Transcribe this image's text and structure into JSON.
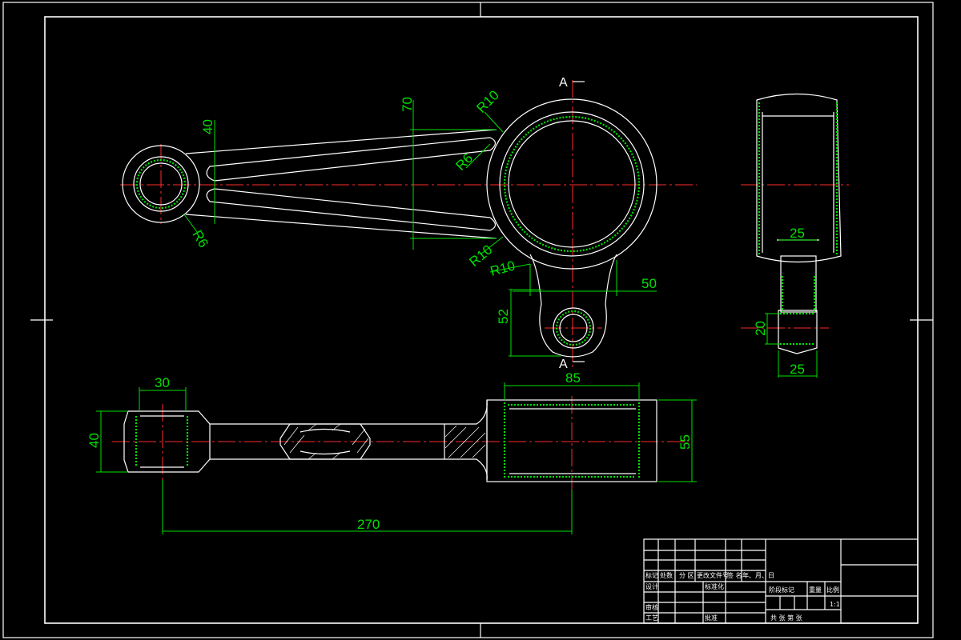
{
  "colors": {
    "background": "#000000",
    "outline": "#ffffff",
    "dimension": "#00e000",
    "centerline": "#ff2a2a"
  },
  "section_marks": {
    "top": "A",
    "bottom": "A"
  },
  "front_view": {
    "dims": {
      "small_end_width": "40",
      "center_offset": "70",
      "big_end_fillet": "R10",
      "rib_fillet": "R6",
      "small_end_fillet": "R6",
      "lower_fillet_1": "R10",
      "lower_fillet_2": "R10",
      "lug_width": "50",
      "lug_height": "52"
    }
  },
  "side_view": {
    "dims": {
      "top_width": "25",
      "lug_thickness": "20",
      "bottom_width": "25"
    }
  },
  "section_view": {
    "dims": {
      "small_end_length": "30",
      "small_end_height": "40",
      "big_end_length": "85",
      "big_end_height": "55",
      "center_distance": "270"
    }
  },
  "title_block": {
    "row_labels": [
      "标记",
      "处数",
      "分 区",
      "更改文件号",
      "签 名",
      "年、月、日"
    ],
    "design": "设计",
    "standardization": "标准化",
    "review": "审核",
    "process": "工艺",
    "approve": "批准",
    "stage_mark": "阶段标记",
    "weight": "重量",
    "scale": "比例",
    "scale_value": "1:1",
    "sheets": "共  张  第  张"
  }
}
